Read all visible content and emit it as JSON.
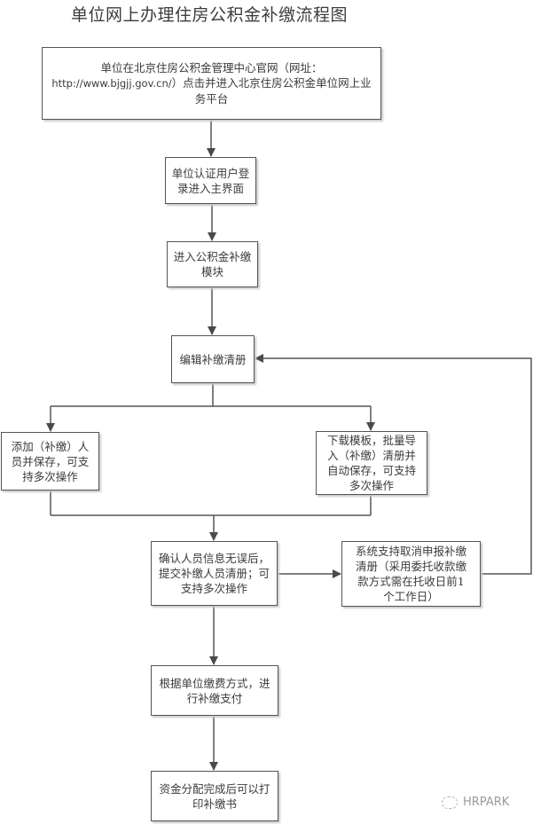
{
  "title": "单位网上办理住房公积金补缴流程图",
  "steps": {
    "portal": {
      "line1": "单位在北京住房公积金管理中心官网（网址：",
      "url": "http://www.bjgjj.gov.cn/",
      "line2_rest": "）点击并进入北京住房公积金单位网上业",
      "line3": "务平台"
    },
    "login": [
      "单位认证用户登",
      "录进入主界面"
    ],
    "module": [
      "进入公积金补缴",
      "模块"
    ],
    "edit": [
      "编辑补缴清册"
    ],
    "add": [
      "添加（补缴）人",
      "员并保存，可支",
      "持多次操作"
    ],
    "import": [
      "下载模板，批量导",
      "入（补缴）清册并",
      "自动保存，可支持",
      "多次操作"
    ],
    "confirm": [
      "确认人员信息无误后，",
      "提交补缴人员清册；可",
      "支持多次操作"
    ],
    "cancel": [
      "系统支持取消申报补缴",
      "清册（采用委托收款缴",
      "款方式需在托收日前1",
      "个工作日）"
    ],
    "pay": [
      "根据单位缴费方式，进",
      "行补缴支付"
    ],
    "print": [
      "资金分配完成后可以打",
      "印补缴书"
    ]
  },
  "watermark": {
    "icon": "wechat-icon",
    "text": "HRPARK"
  },
  "colors": {
    "line": "#555555",
    "text": "#3a3a3a"
  }
}
